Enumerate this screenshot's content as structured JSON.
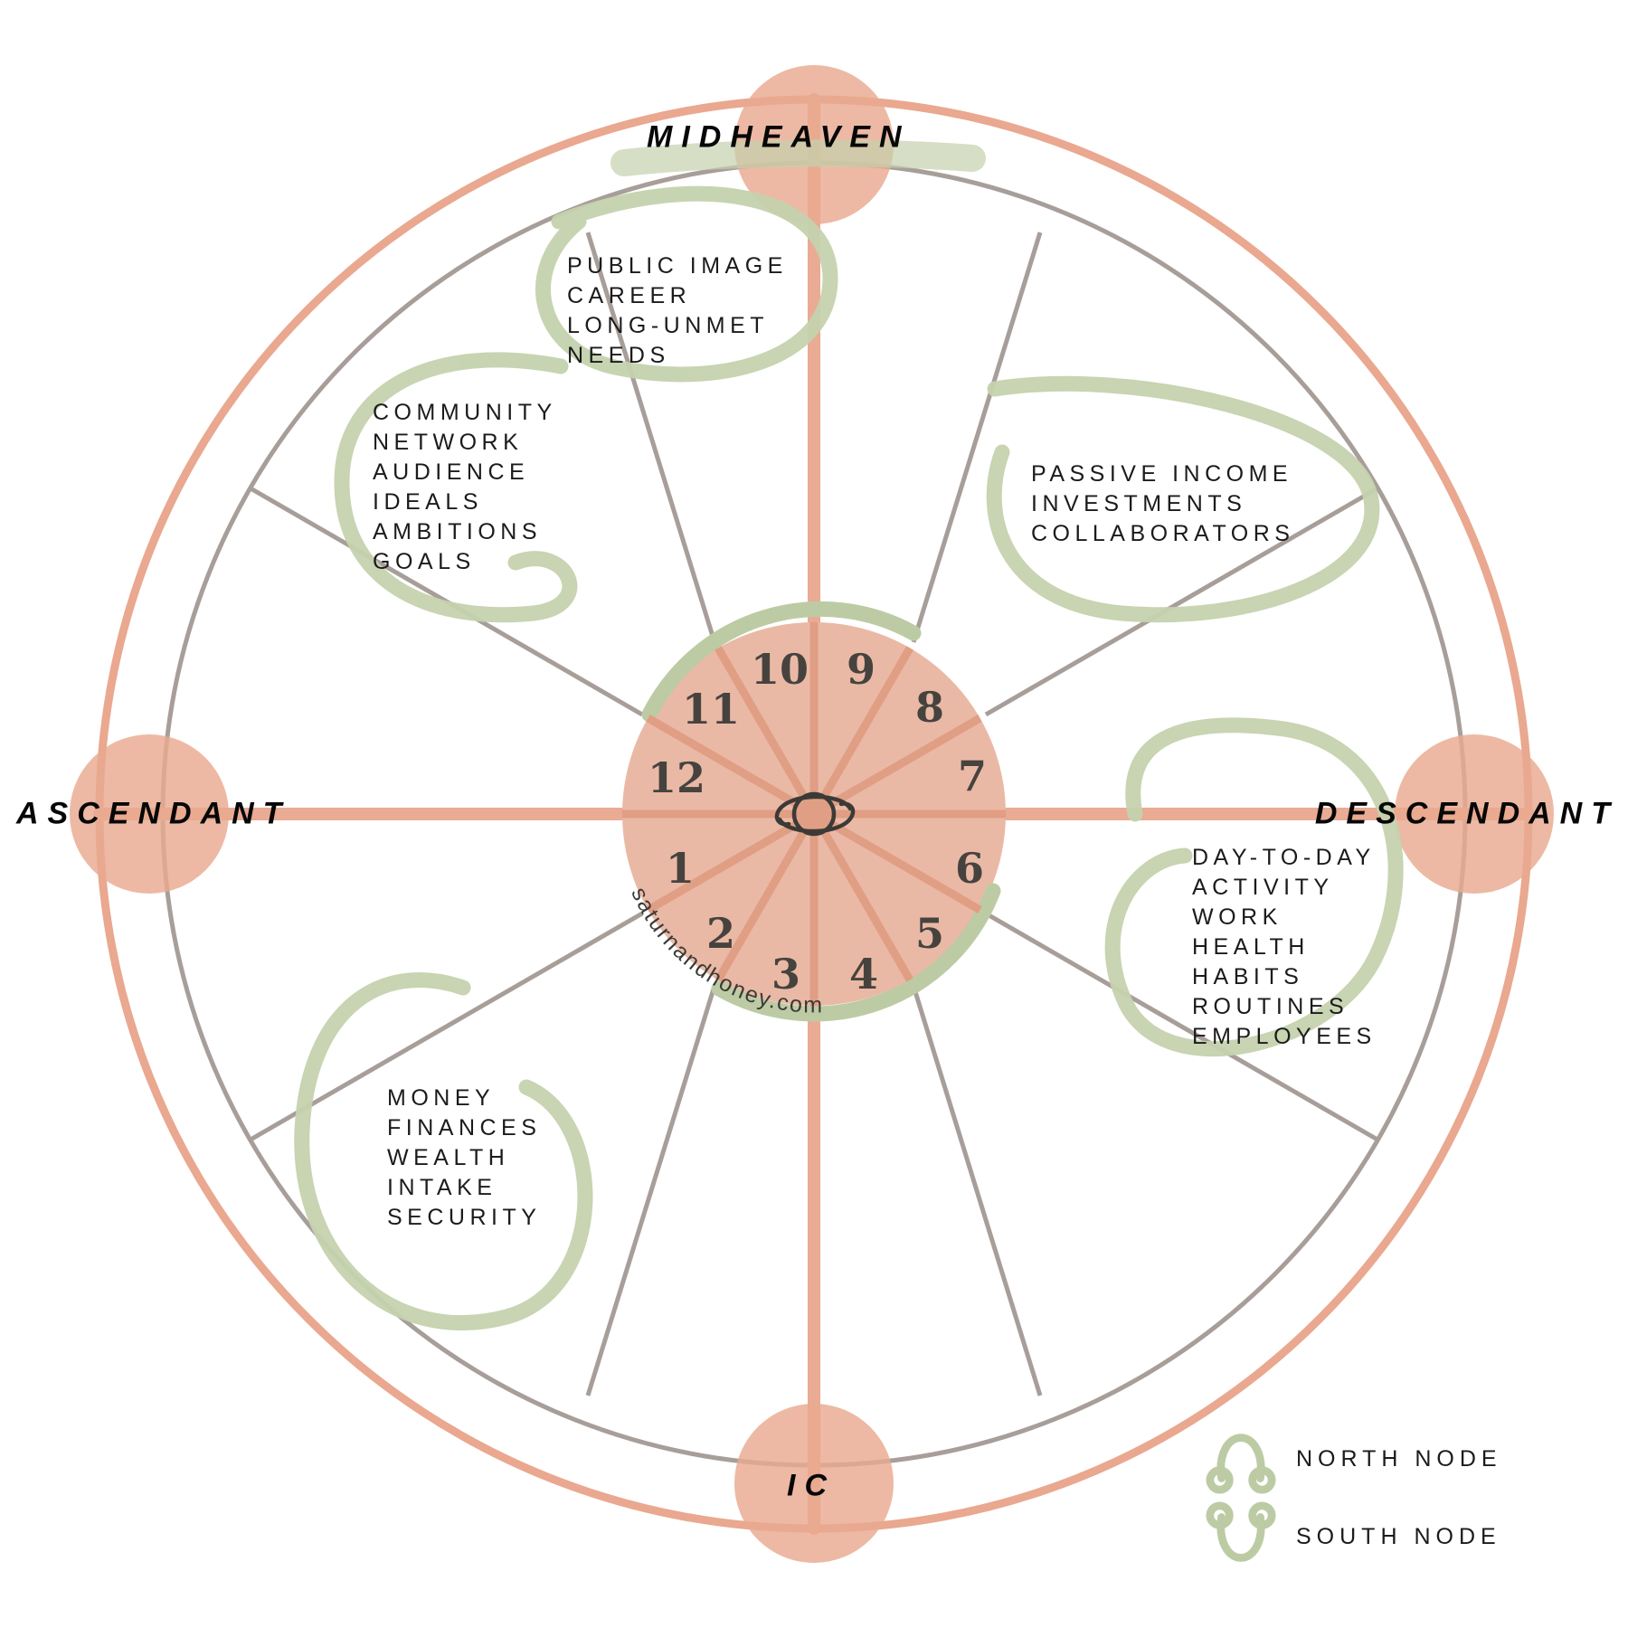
{
  "diagram": {
    "title": "Astrological Houses Wheel",
    "watermark": "saturnandhoney.com",
    "center_icon": "saturn-icon"
  },
  "colors": {
    "salmon": "#e8a68e",
    "salmon_light": "#eeb7a2",
    "wheel_fill": "#eab9a5",
    "spoke": "#e09e84",
    "sage": "#bccba4",
    "sage_soft": "#c3d0ac",
    "gray": "#a89e99",
    "ink": "#46433f",
    "text": "#1b1b1b"
  },
  "axes": [
    {
      "id": "midheaven",
      "label": "MIDHEAVEN"
    },
    {
      "id": "ascendant",
      "label": "ASCENDANT"
    },
    {
      "id": "descendant",
      "label": "DESCENDANT"
    },
    {
      "id": "ic",
      "label": "IC"
    }
  ],
  "keyword_blocks": [
    {
      "id": "tenth-house",
      "lines": "PUBLIC IMAGE\nCAREER\nLONG-UNMET\nNEEDS"
    },
    {
      "id": "eleventh-house",
      "lines": "COMMUNITY\nNETWORK\nAUDIENCE\nIDEALS\nAMBITIONS\nGOALS"
    },
    {
      "id": "eighth-house",
      "lines": "PASSIVE INCOME\nINVESTMENTS\nCOLLABORATORS"
    },
    {
      "id": "sixth-house",
      "lines": "DAY-TO-DAY\nACTIVITY\nWORK\nHEALTH\nHABITS\nROUTINES\nEMPLOYEES"
    },
    {
      "id": "second-house",
      "lines": "MONEY\nFINANCES\nWEALTH\nINTAKE\nSECURITY"
    }
  ],
  "house_numbers": [
    "1",
    "2",
    "3",
    "4",
    "5",
    "6",
    "7",
    "8",
    "9",
    "10",
    "11",
    "12"
  ],
  "legend": [
    {
      "id": "north-node",
      "label": "NORTH NODE",
      "glyph": "north-node-glyph"
    },
    {
      "id": "south-node",
      "label": "SOUTH NODE",
      "glyph": "south-node-glyph"
    }
  ]
}
